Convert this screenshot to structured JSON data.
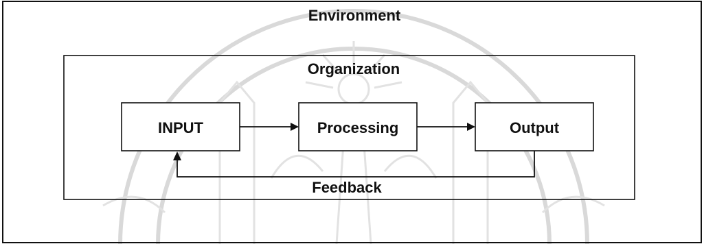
{
  "diagram": {
    "environment": {
      "label": "Environment"
    },
    "organization": {
      "label": "Organization"
    },
    "nodes": {
      "input": {
        "label": "INPUT"
      },
      "processing": {
        "label": "Processing"
      },
      "output": {
        "label": "Output"
      }
    },
    "feedback": {
      "label": "Feedback"
    }
  },
  "colors": {
    "line": "#111111",
    "background": "#ffffff",
    "watermark": "#d9d9d9"
  }
}
